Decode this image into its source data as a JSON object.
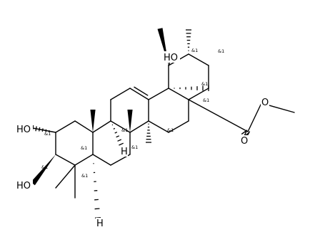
{
  "labels": {
    "oh_top": "HO",
    "oh_c2": "HO",
    "oh_c3": "HO",
    "h_c9": "H",
    "h_c5": "H",
    "o_ester": "O",
    "o_carbonyl": "O",
    "stereo": "&1"
  }
}
